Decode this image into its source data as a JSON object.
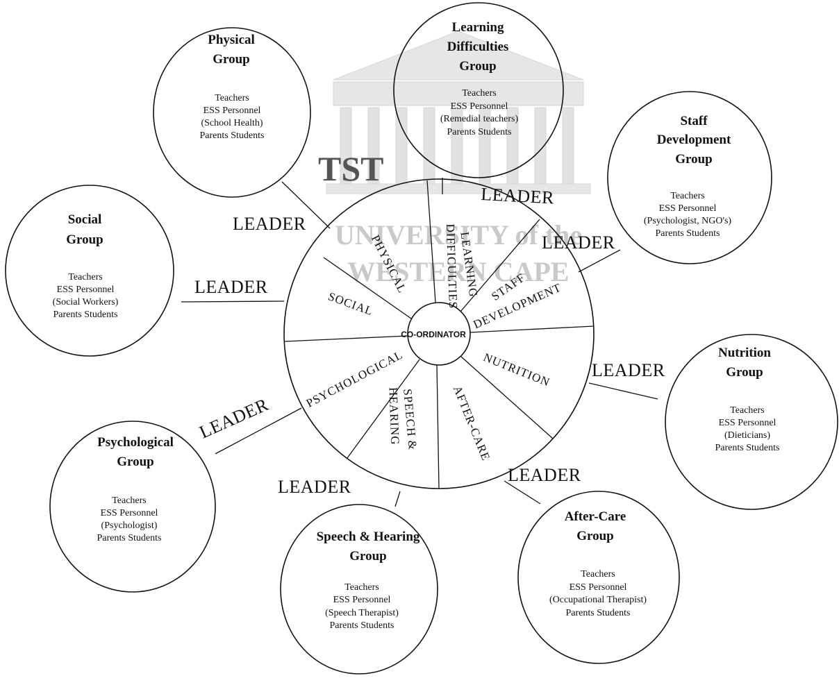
{
  "title": "TST",
  "watermark": {
    "line1": "UNIVERSITY of the",
    "line2": "WESTERN CAPE"
  },
  "center": {
    "label": "CO-ORDINATOR"
  },
  "leader_label": "LEADER",
  "sectors": [
    {
      "id": "physical",
      "label": "PHYSICAL"
    },
    {
      "id": "learning",
      "label_line1": "LEARNING",
      "label_line2": "DIFFICULTIES"
    },
    {
      "id": "staff",
      "label_line1": "STAFF",
      "label_line2": "DEVELOPMENT"
    },
    {
      "id": "nutrition",
      "label": "NUTRITION"
    },
    {
      "id": "aftercare",
      "label": "AFTER-CARE"
    },
    {
      "id": "speech",
      "label_line1": "SPEECH &",
      "label_line2": "HEARING"
    },
    {
      "id": "psychological",
      "label": "PSYCHOLOGICAL"
    },
    {
      "id": "social",
      "label": "SOCIAL"
    }
  ],
  "groups": [
    {
      "id": "physical",
      "title": [
        "Physical",
        "Group"
      ],
      "members": [
        "Teachers",
        "ESS Personnel",
        "(School Health)",
        "Parents Students"
      ]
    },
    {
      "id": "learning",
      "title": [
        "Learning",
        "Difficulties",
        "Group"
      ],
      "members": [
        "Teachers",
        "ESS Personnel",
        "(Remedial teachers)",
        "Parents Students"
      ]
    },
    {
      "id": "staff",
      "title": [
        "Staff",
        "Development",
        "Group"
      ],
      "members": [
        "Teachers",
        "ESS Personnel",
        "(Psychologist, NGO's)",
        "Parents Students"
      ]
    },
    {
      "id": "social",
      "title": [
        "Social",
        "Group"
      ],
      "members": [
        "Teachers",
        "ESS Personnel",
        "(Social Workers)",
        "Parents Students"
      ]
    },
    {
      "id": "nutrition",
      "title": [
        "Nutrition",
        "Group"
      ],
      "members": [
        "Teachers",
        "ESS Personnel",
        "(Dieticians)",
        "Parents Students"
      ]
    },
    {
      "id": "psychological",
      "title": [
        "Psychological",
        "Group"
      ],
      "members": [
        "Teachers",
        "ESS Personnel",
        "(Psychologist)",
        "Parents Students"
      ]
    },
    {
      "id": "speech",
      "title": [
        "Speech & Hearing",
        "Group"
      ],
      "members": [
        "Teachers",
        "ESS Personnel",
        "(Speech Therapist)",
        "Parents Students"
      ]
    },
    {
      "id": "aftercare",
      "title": [
        "After-Care",
        "Group"
      ],
      "members": [
        "Teachers",
        "ESS Personnel",
        "(Occupational Therapist)",
        "Parents Students"
      ]
    }
  ]
}
